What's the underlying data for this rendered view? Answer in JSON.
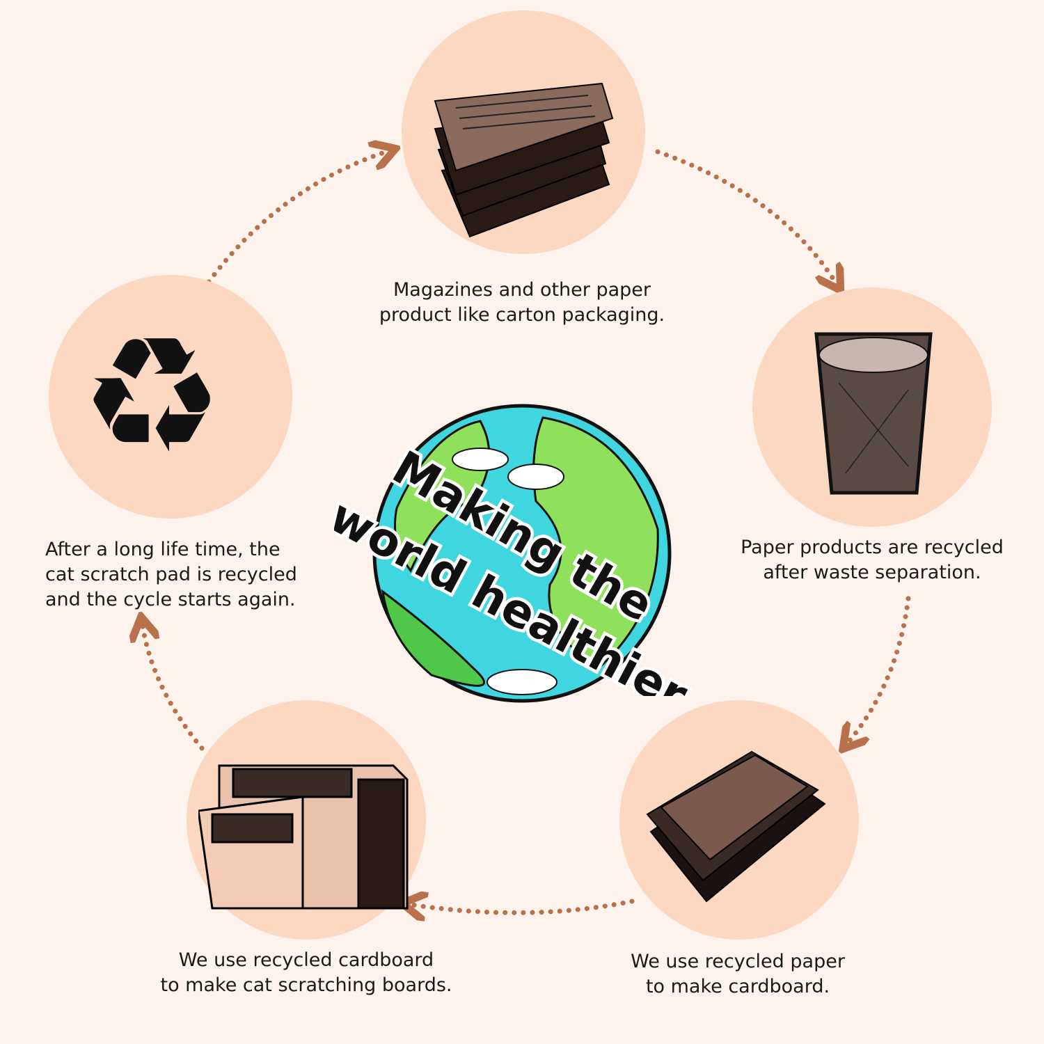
{
  "title": "Making the world healthier",
  "steps": [
    {
      "icon": "newspaper-stack-icon",
      "lines": [
        "Magazines and other paper",
        "product like carton packaging."
      ]
    },
    {
      "icon": "wastebasket-icon",
      "lines": [
        "Paper products are recycled",
        "after waste separation."
      ]
    },
    {
      "icon": "cardboard-stack-icon",
      "lines": [
        "We use recycled paper",
        "to make cardboard."
      ]
    },
    {
      "icon": "cat-scratch-board-icon",
      "lines": [
        "We use recycled cardboard",
        "to make cat scratching boards."
      ]
    },
    {
      "icon": "recycle-icon",
      "lines": [
        "After a long life time, the",
        "cat scratch pad is recycled",
        "and the cycle starts again."
      ]
    }
  ],
  "colors": {
    "background": "#fdf3ec",
    "circle": "#fcd8c3",
    "arrow": "#b8714a",
    "ocean": "#3fd6e0",
    "land": "#8fe05a"
  }
}
